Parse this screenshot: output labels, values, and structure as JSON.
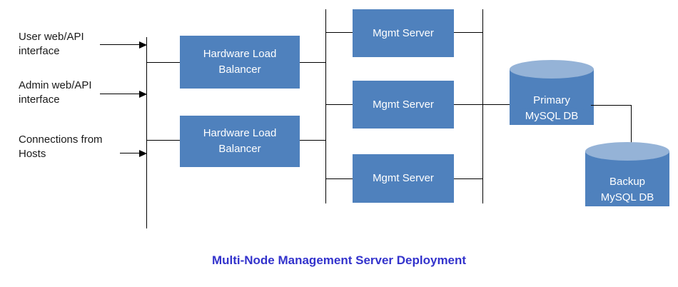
{
  "diagram": {
    "title": "Multi-Node Management Server Deployment",
    "title_color": "#3333cc",
    "node_fill_color": "#4f81bd",
    "cylinder_top_color": "#95b3d7",
    "line_color": "#000000",
    "background_color": "#ffffff"
  },
  "inputs": [
    {
      "id": "user-interface",
      "label": "User web/API\ninterface"
    },
    {
      "id": "admin-interface",
      "label": "Admin web/API\ninterface"
    },
    {
      "id": "host-connections",
      "label": "Connections from\nHosts"
    }
  ],
  "load_balancers": [
    {
      "id": "hardware-load-balancer-1",
      "label": "Hardware Load\nBalancer"
    },
    {
      "id": "hardware-load-balancer-2",
      "label": "Hardware Load\nBalancer"
    }
  ],
  "mgmt_servers": [
    {
      "id": "mgmt-server-1",
      "label": "Mgmt Server"
    },
    {
      "id": "mgmt-server-2",
      "label": "Mgmt Server"
    },
    {
      "id": "mgmt-server-3",
      "label": "Mgmt Server"
    }
  ],
  "databases": [
    {
      "id": "primary-mysql-db",
      "label": "Primary\nMySQL DB"
    },
    {
      "id": "backup-mysql-db",
      "label": "Backup\nMySQL DB"
    }
  ],
  "connectors": {
    "left_bus": "vertical bus collecting the three external interfaces",
    "middle_bus": "vertical bus between load balancers and management servers",
    "right_bus": "vertical bus between management servers and database",
    "db_replication": "Primary MySQL DB replicates to Backup MySQL DB"
  }
}
